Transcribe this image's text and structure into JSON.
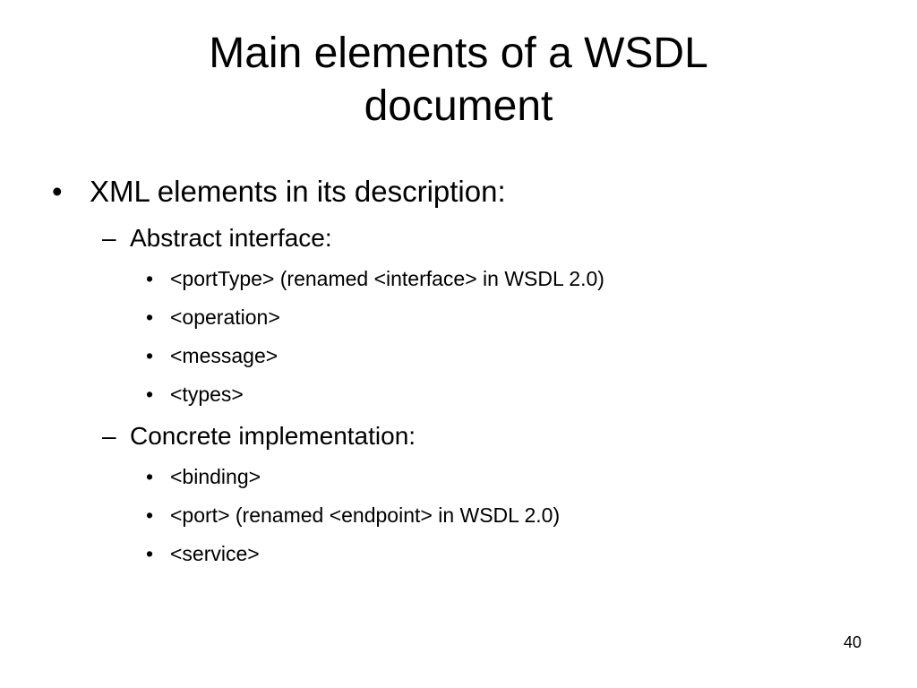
{
  "slide": {
    "title_line1": "Main elements of a WSDL",
    "title_line2": "document",
    "bullet1": {
      "marker": "•",
      "text": "XML elements in its description:"
    },
    "abstract": {
      "marker": "–",
      "text": "Abstract interface:",
      "items": [
        {
          "marker": "•",
          "text": "<portType>  (renamed <interface> in WSDL 2.0)"
        },
        {
          "marker": "•",
          "text": "<operation>"
        },
        {
          "marker": "•",
          "text": "<message>"
        },
        {
          "marker": "•",
          "text": "<types>"
        }
      ]
    },
    "concrete": {
      "marker": "–",
      "text": "Concrete implementation:",
      "items": [
        {
          "marker": "•",
          "text": "<binding>"
        },
        {
          "marker": "•",
          "text": "<port> (renamed <endpoint> in WSDL 2.0)"
        },
        {
          "marker": "•",
          "text": "<service>"
        }
      ]
    },
    "page_number": "40"
  }
}
